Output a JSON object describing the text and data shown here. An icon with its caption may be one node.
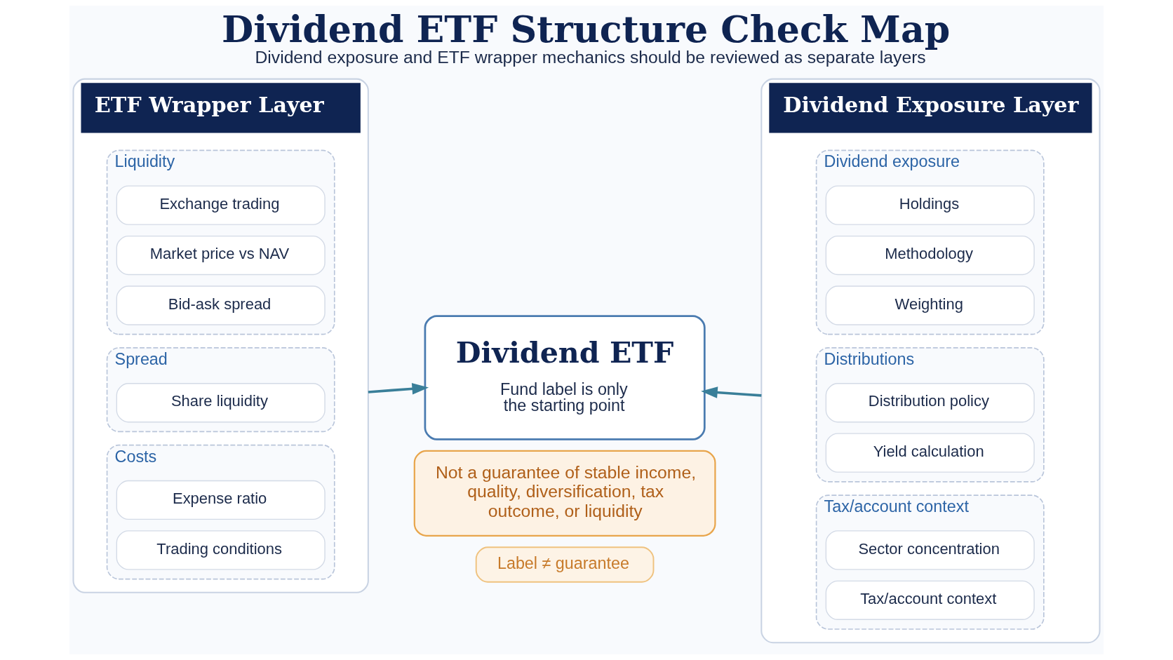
{
  "diagram": {
    "title": "Dividend ETF Structure Check Map",
    "caption": "Dividend exposure and ETF wrapper mechanics should be reviewed as separate layers",
    "nodes": [
      {
        "text": [
          "ETF Wrapper Layer"
        ]
      },
      {
        "text": [
          "Liquidity"
        ],
        "in": 0
      },
      {
        "text": [
          "Exchange trading"
        ],
        "in": 1
      },
      {
        "text": [
          "Market price vs NAV"
        ],
        "in": 1
      },
      {
        "text": [
          "Bid-ask spread"
        ],
        "in": 1
      },
      {
        "text": [
          "Spread"
        ],
        "in": 0
      },
      {
        "text": [
          "Share liquidity"
        ],
        "in": 5
      },
      {
        "text": [
          "Costs"
        ],
        "in": 0
      },
      {
        "text": [
          "Expense ratio"
        ],
        "in": 7
      },
      {
        "text": [
          "Trading conditions"
        ],
        "in": 7
      },
      {
        "text": [
          "Dividend ETF",
          "Fund label is only the starting point"
        ]
      },
      {
        "text": [
          "Not a guarantee of stable income, quality, diversification, tax outcome, or liquidity"
        ]
      },
      {
        "text": [
          "Label ≠ guarantee"
        ]
      },
      {
        "text": [
          "Dividend Exposure Layer"
        ]
      },
      {
        "text": [
          "Dividend exposure"
        ],
        "in": 13
      },
      {
        "text": [
          "Holdings"
        ],
        "in": 14
      },
      {
        "text": [
          "Methodology"
        ],
        "in": 14
      },
      {
        "text": [
          "Weighting"
        ],
        "in": 14
      },
      {
        "text": [
          "Distributions"
        ],
        "in": 13
      },
      {
        "text": [
          "Distribution policy"
        ],
        "in": 18
      },
      {
        "text": [
          "Yield calculation"
        ],
        "in": 18
      },
      {
        "text": [
          "Tax/account context"
        ],
        "in": 13
      },
      {
        "text": [
          "Sector concentration"
        ],
        "in": 21
      },
      {
        "text": [
          "Tax/account context"
        ],
        "in": 21
      }
    ],
    "edges": [
      {
        "from": 0,
        "to": 10,
        "arrow": "to"
      },
      {
        "from": 13,
        "to": 10,
        "arrow": "to"
      }
    ]
  }
}
